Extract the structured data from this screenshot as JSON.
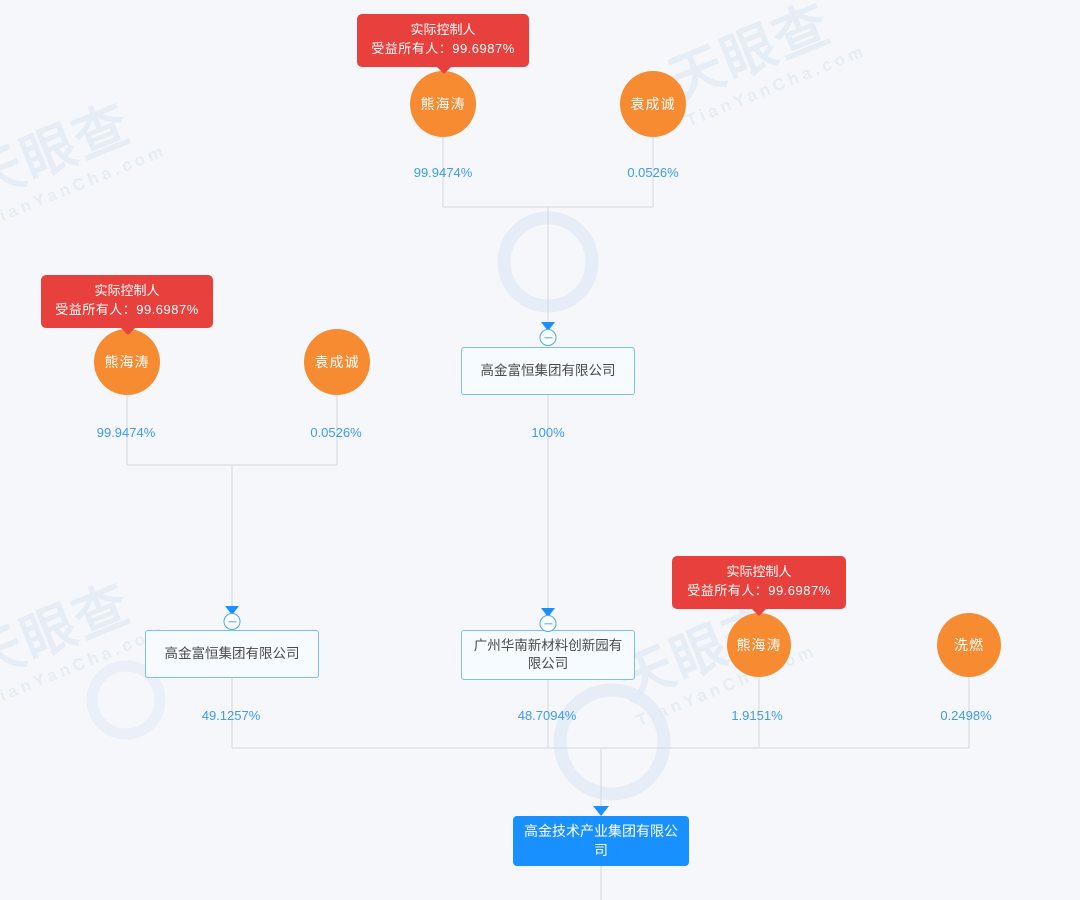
{
  "watermark": {
    "cn": "天眼查",
    "en": "TianYanCha.com"
  },
  "colors": {
    "background": "#f5f7fa",
    "person_orange": "#f68b32",
    "badge_red": "#e8413d",
    "company_border": "#7cc0f0",
    "company_fill": "#f5fbff",
    "target_blue": "#1890ff",
    "percent_blue": "#3e9bf0",
    "edge_gray": "#d5d8dc"
  },
  "badges": {
    "top": {
      "line1": "实际控制人",
      "line2": "受益所有人：99.6987%"
    },
    "left": {
      "line1": "实际控制人",
      "line2": "受益所有人：99.6987%"
    },
    "right": {
      "line1": "实际控制人",
      "line2": "受益所有人：99.6987%"
    }
  },
  "persons": {
    "top_xiong": "熊海涛",
    "top_yuan": "袁成诚",
    "left_xiong": "熊海涛",
    "left_yuan": "袁成诚",
    "right_xiong": "熊海涛",
    "right_xiran": "洗燃"
  },
  "companies": {
    "gaojin_fuheng_top": "高金富恒集团有限公司",
    "gaojin_fuheng_bottom": "高金富恒集团有限公司",
    "huanan_xincailiao": "广州华南新材料创新园有限公司",
    "target": "高金技术产业集团有限公司"
  },
  "percentages": {
    "top_xiong": "99.9474%",
    "top_yuan": "0.0526%",
    "gaojin_fuheng_top_to_huanan": "100%",
    "left_xiong": "99.9474%",
    "left_yuan": "0.0526%",
    "gaojin_fuheng_bottom_to_target": "49.1257%",
    "huanan_to_target": "48.7094%",
    "right_xiong_to_target": "1.9151%",
    "right_xiran_to_target": "0.2498%"
  },
  "icons": {
    "collapse_toggle": "minus-circle-icon",
    "edge_arrow": "arrow-down-icon"
  }
}
